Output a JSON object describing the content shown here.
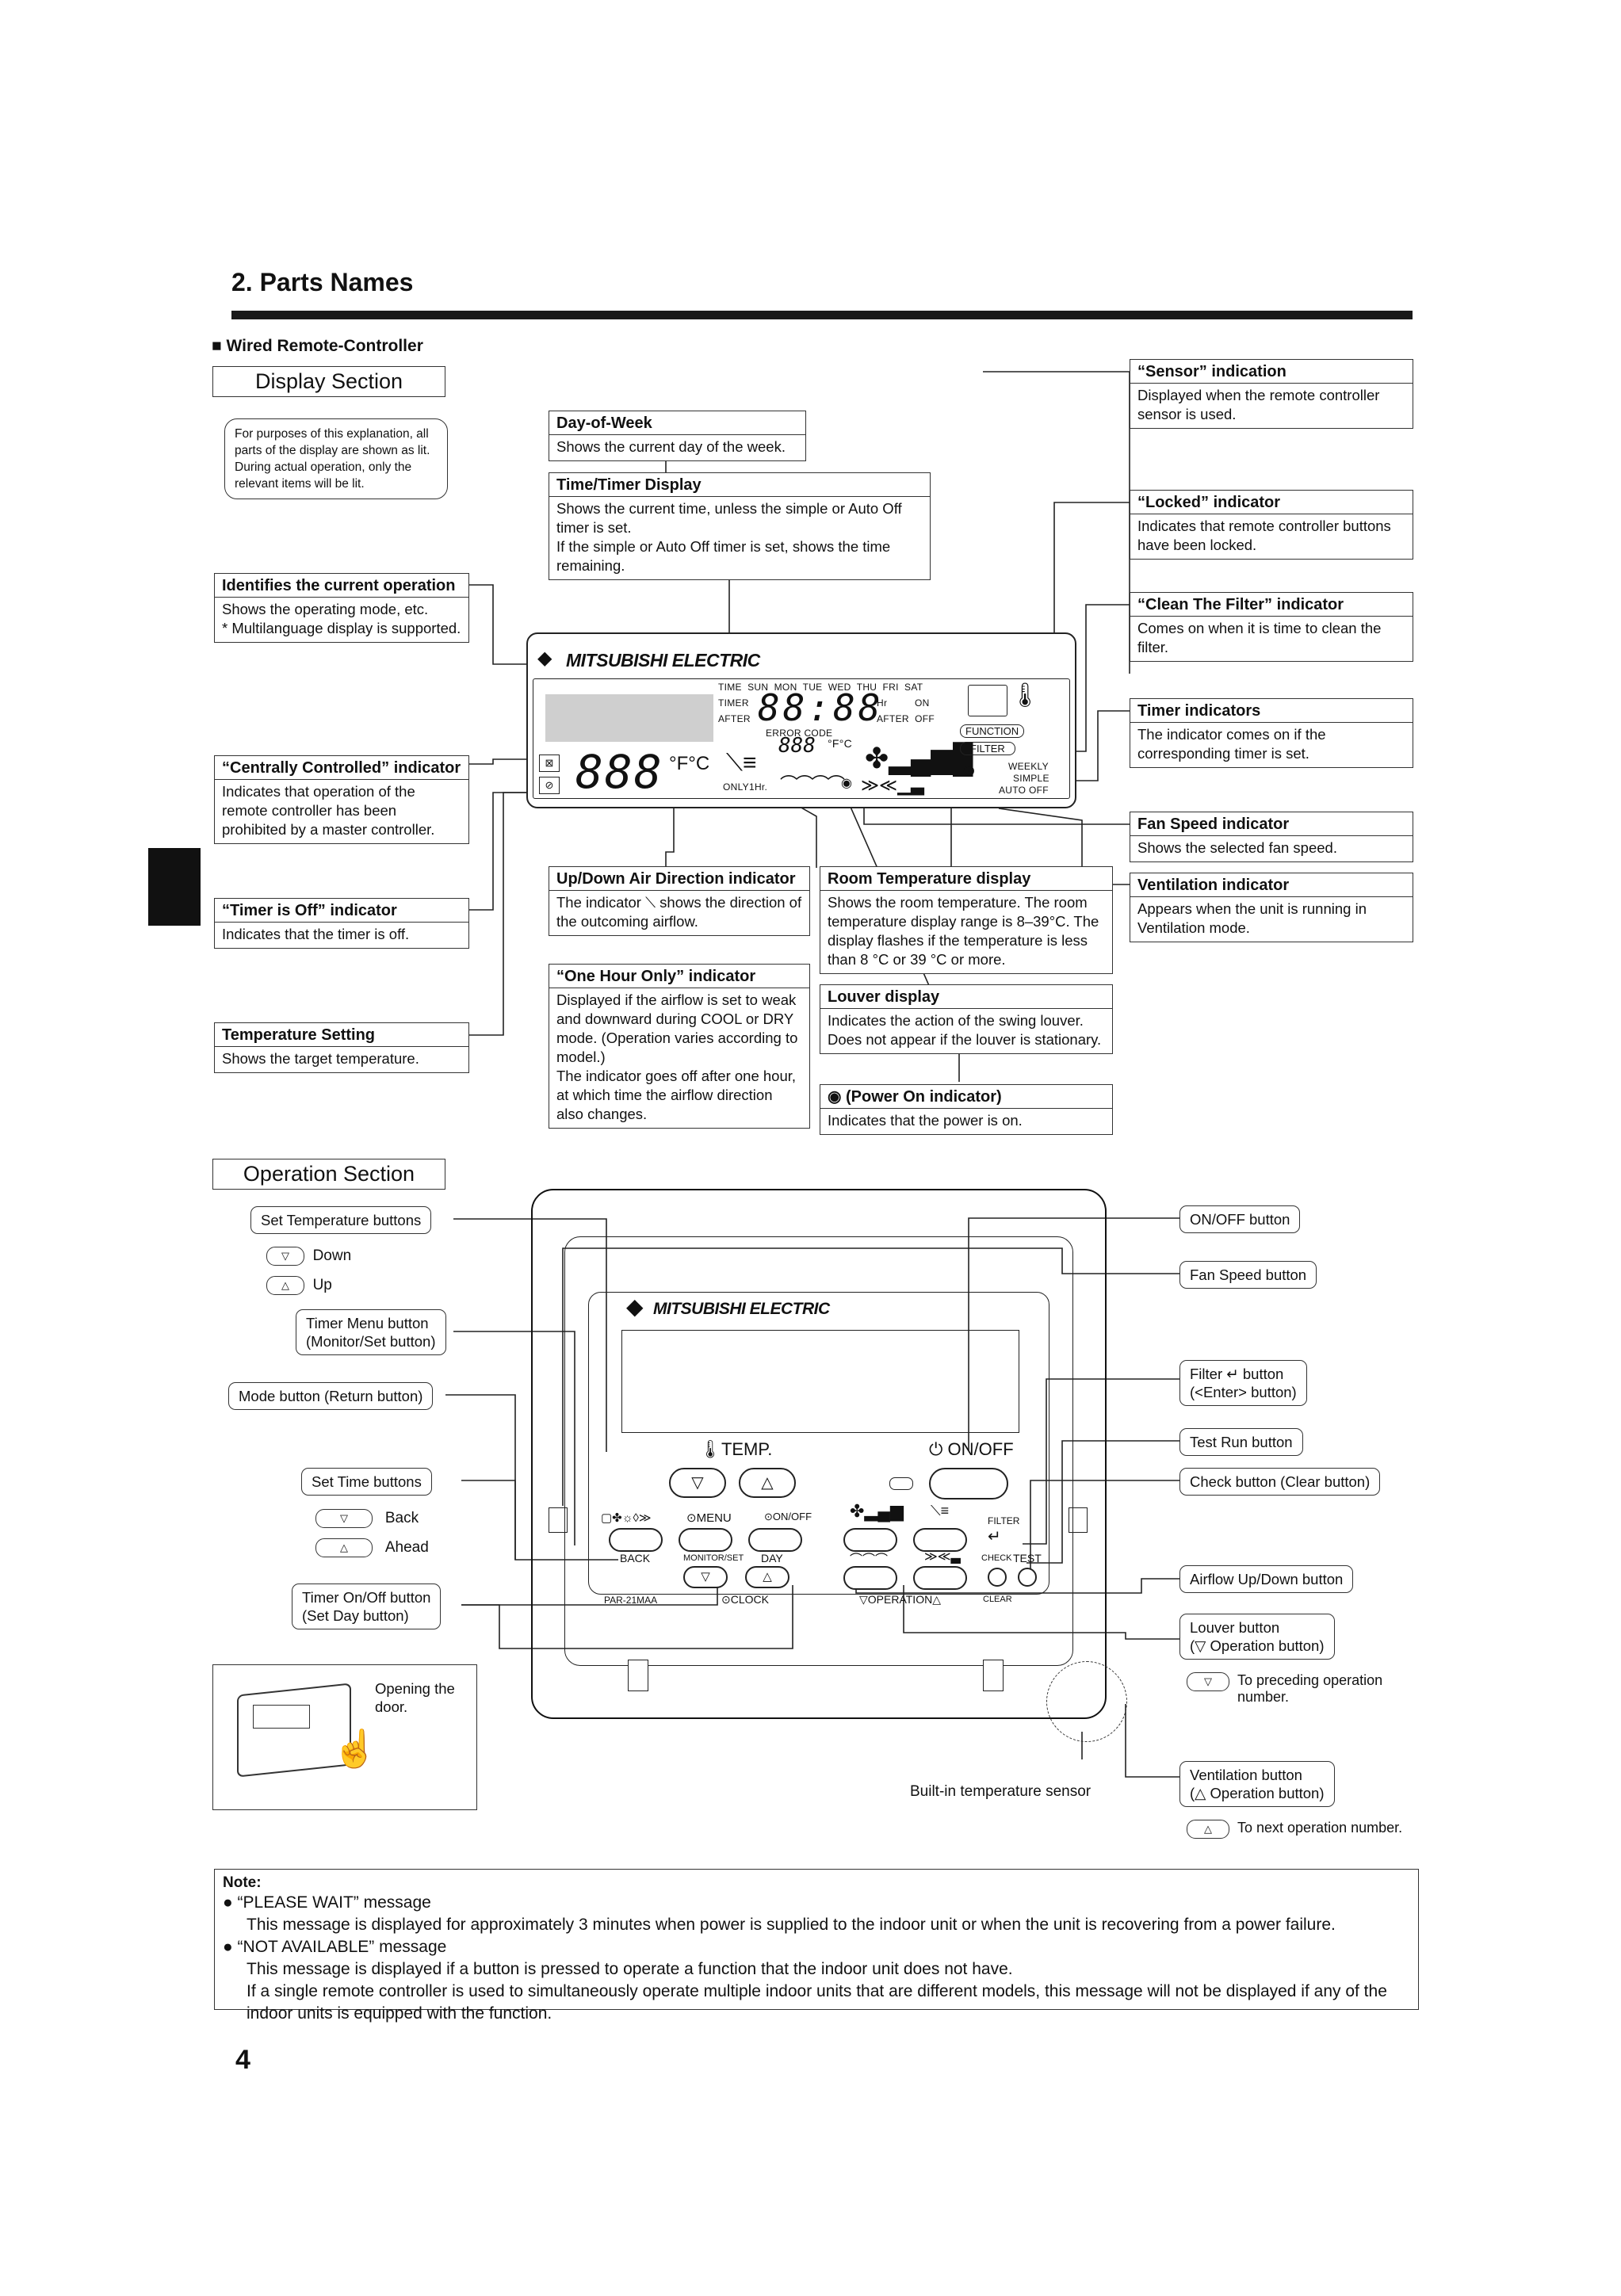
{
  "header": {
    "title": "2. Parts Names"
  },
  "subtitle": "Wired Remote-Controller",
  "display_section": {
    "title": "Display Section",
    "explain_note": "For purposes of this explanation, all parts of the display are shown as lit. During actual operation, only the relevant items will be lit.",
    "callouts": {
      "day_of_week": {
        "title": "Day-of-Week",
        "body": "Shows the current day of the week."
      },
      "time_timer": {
        "title": "Time/Timer Display",
        "body": "Shows the current time, unless the simple or Auto Off timer is set.\nIf the simple or Auto Off timer is set, shows the time remaining."
      },
      "current_op": {
        "title": "Identifies the current operation",
        "body": "Shows the operating mode, etc.\n* Multilanguage display is supported."
      },
      "central": {
        "title": "“Centrally Controlled” indicator",
        "body": "Indicates that operation of the remote controller has been prohibited by a master controller."
      },
      "timer_off": {
        "title": "“Timer is Off” indicator",
        "body": "Indicates that the timer is off."
      },
      "temp_setting": {
        "title": "Temperature Setting",
        "body": "Shows the target temperature."
      },
      "updown": {
        "title": "Up/Down Air Direction indicator",
        "body": "The indicator ⟍ shows the direction of the outcoming airflow."
      },
      "one_hour": {
        "title": "“One Hour Only” indicator",
        "body": "Displayed if the airflow is set to weak and downward during COOL or DRY mode. (Operation varies according to model.)\nThe indicator goes off after one hour, at which time the airflow direction also changes."
      },
      "room_temp": {
        "title": "Room Temperature display",
        "body": "Shows the room temperature. The room temperature display range is 8–39°C. The display flashes if the temperature is less than 8 °C or 39 °C or more."
      },
      "louver": {
        "title": "Louver display",
        "body": "Indicates the action of the swing louver. Does not appear if the louver is stationary."
      },
      "power_on": {
        "title": "(Power On indicator)",
        "body": "Indicates that the power is on."
      },
      "sensor": {
        "title": "“Sensor” indication",
        "body": "Displayed when the remote controller sensor is used."
      },
      "locked": {
        "title": "“Locked” indicator",
        "body": "Indicates that remote controller buttons have been locked."
      },
      "clean_filter": {
        "title": "“Clean The Filter” indicator",
        "body": "Comes on when it is time to clean the filter."
      },
      "timer_ind": {
        "title": "Timer indicators",
        "body": "The indicator comes on if the corresponding timer is set."
      },
      "fan_speed": {
        "title": "Fan Speed indicator",
        "body": "Shows the selected fan speed."
      },
      "ventilation": {
        "title": "Ventilation indicator",
        "body": "Appears when the unit is running in Ventilation mode."
      }
    },
    "lcd": {
      "brand": "MITSUBISHI ELECTRIC",
      "days": "TIME  SUN  MON  TUE  WED  THU  FRI  SAT",
      "timer": "TIMER",
      "after": "AFTER",
      "digits_time": "88:88",
      "hr": "Hr",
      "on": "ON",
      "after_off": "AFTER  OFF",
      "error_code": "ERROR CODE",
      "digits_set": "888",
      "deg_unit": "°F°C",
      "digits_room": "888",
      "room_unit": "°F°C",
      "only1hr": "ONLY1Hr.",
      "function": "FUNCTION",
      "filter": "FILTER",
      "weekly": "WEEKLY",
      "simple": "SIMPLE",
      "auto_off": "AUTO OFF"
    }
  },
  "operation_section": {
    "title": "Operation Section",
    "labels": {
      "set_temp": "Set Temperature buttons",
      "down": "Down",
      "up": "Up",
      "timer_menu": "Timer Menu button\n(Monitor/Set button)",
      "mode": "Mode button (Return button)",
      "set_time": "Set Time buttons",
      "back": "Back",
      "ahead": "Ahead",
      "timer_onoff": "Timer On/Off button\n(Set Day button)",
      "opening": "Opening the\ndoor.",
      "onoff_btn": "ON/OFF button",
      "fan_btn": "Fan Speed button",
      "filter_btn": "Filter ↵ button\n(<Enter> button)",
      "test_btn": "Test Run button",
      "check_btn": "Check button (Clear button)",
      "airflow_btn": "Airflow Up/Down button",
      "louver_btn": "Louver button\n(▽ Operation button)",
      "prev_op": "To preceding operation number.",
      "vent_btn": "Ventilation button\n(△ Operation button)",
      "next_op": "To next operation number.",
      "sensor": "Built-in temperature sensor"
    },
    "panel": {
      "brand": "MITSUBISHI ELECTRIC",
      "temp": "TEMP.",
      "onoff": "ON/OFF",
      "menu": "MENU",
      "onoff_small": "ON/OFF",
      "filter": "FILTER",
      "back": "BACK",
      "monitor": "MONITOR/SET",
      "day": "DAY",
      "check": "CHECK",
      "test": "TEST",
      "model": "PAR-21MAA",
      "clock": "CLOCK",
      "operation": "OPERATION",
      "clear": "CLEAR"
    }
  },
  "note": {
    "title": "Note:",
    "items": [
      {
        "head": "“PLEASE WAIT” message",
        "body": "This message is displayed for approximately 3 minutes when power is supplied to the indoor unit or when the unit is recovering from a power failure."
      },
      {
        "head": "“NOT AVAILABLE” message",
        "body": "This message is displayed if a button is pressed to operate a function that the indoor unit does not have.\nIf a single remote controller is used to simultaneously operate multiple indoor units that are different models, this message will not be displayed if any of the indoor units is equipped with the function."
      }
    ]
  },
  "page_number": "4"
}
